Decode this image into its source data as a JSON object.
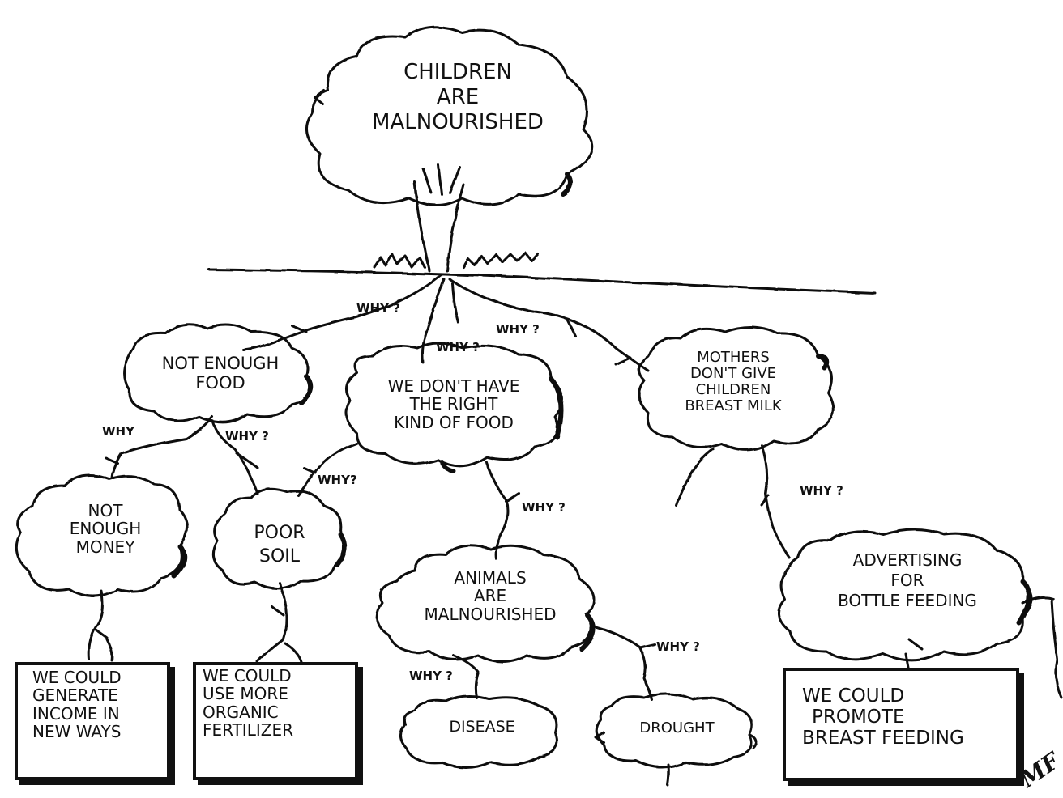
{
  "root": {
    "line1": "CHILDREN",
    "line2": "ARE",
    "line3": "MALNOURISHED"
  },
  "causes": {
    "not_enough_food": {
      "line1": "NOT ENOUGH",
      "line2": "FOOD"
    },
    "wrong_food": {
      "line1": "WE DON'T HAVE",
      "line2": "THE RIGHT",
      "line3": "KIND OF FOOD"
    },
    "breast_milk": {
      "line1": "MOTHERS",
      "line2": "DON'T GIVE",
      "line3": "CHILDREN",
      "line4": "BREAST MILK"
    },
    "not_enough_money": {
      "line1": "NOT",
      "line2": "ENOUGH",
      "line3": "MONEY"
    },
    "poor_soil": {
      "line1": "POOR",
      "line2": "SOIL"
    },
    "animals": {
      "line1": "ANIMALS",
      "line2": "ARE",
      "line3": "MALNOURISHED"
    },
    "advertising": {
      "line1": "ADVERTISING",
      "line2": "FOR",
      "line3": "BOTTLE FEEDING"
    },
    "disease": "DISEASE",
    "drought": "DROUGHT"
  },
  "why": {
    "w1": "WHY ?",
    "w2": "WHY ?",
    "w3": "WHY ?",
    "w4": "WHY",
    "w5": "WHY ?",
    "w6": "WHY?",
    "w7": "WHY ?",
    "w8": "WHY ?",
    "w9": "WHY ?",
    "w10": "WHY ?"
  },
  "solutions": {
    "income": {
      "line1": "WE COULD",
      "line2": "GENERATE",
      "line3": "INCOME IN",
      "line4": "NEW WAYS"
    },
    "fertilizer": {
      "line1": "WE COULD",
      "line2": "USE MORE",
      "line3": "ORGANIC",
      "line4": "FERTILIZER"
    },
    "breastfeeding": {
      "line1": "WE COULD",
      "line2": "PROMOTE",
      "line3": "BREAST FEEDING"
    }
  },
  "signature": "MF"
}
